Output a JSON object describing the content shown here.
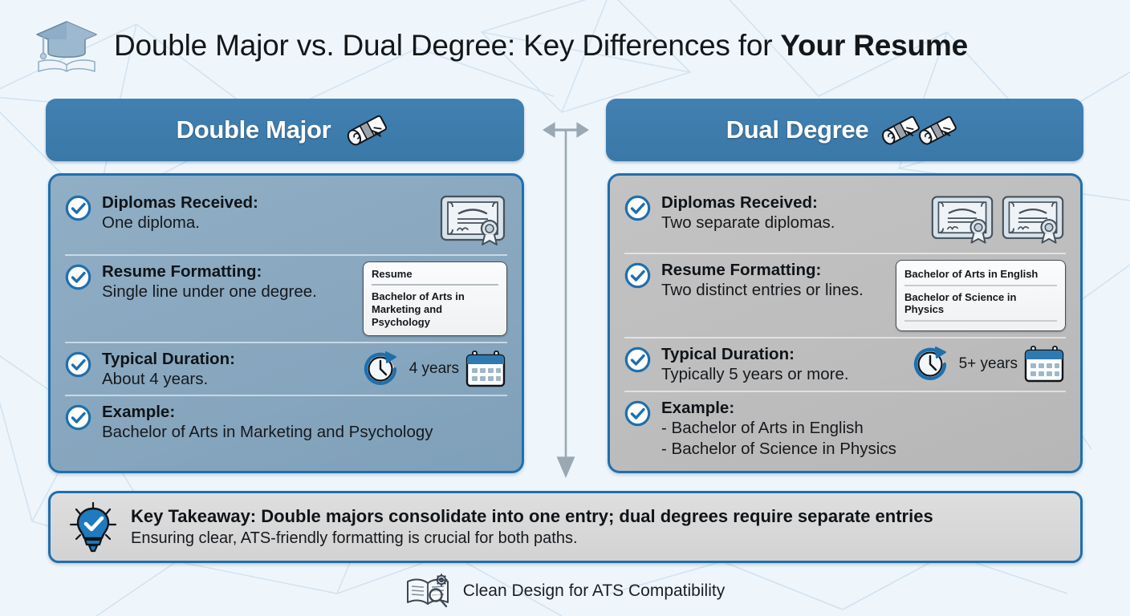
{
  "header": {
    "icon": "graduation-cap-book-icon",
    "title_plain": "Double Major vs. Dual Degree: Key Differences for ",
    "title_bold": "Your Resume"
  },
  "colors": {
    "page_background": "#eef6fc",
    "header_blue": "#3a78a8",
    "panel_border_blue": "#1f6fad",
    "left_panel_fill": "#88a7bf",
    "right_panel_fill": "#bdbdbd",
    "accent_blue": "#1f6fad",
    "takeaway_fill": "#d8d8d8"
  },
  "columns": [
    {
      "id": "double-major",
      "head_label": "Double Major",
      "head_icon": "single-diploma-scroll-icon",
      "rows": [
        {
          "label": "Diplomas Received:",
          "value": "One diploma.",
          "aside": "certificate-icon",
          "aside_count": 1
        },
        {
          "label": "Resume Formatting:",
          "value": "Single line under one degree.",
          "aside": "resume-card",
          "card": {
            "title": "Resume",
            "body": "Bachelor of Arts in Marketing and Psychology"
          }
        },
        {
          "label": "Typical Duration:",
          "value": "About 4 years.",
          "aside": "clock-calendar",
          "years": "4 years"
        },
        {
          "label": "Example:",
          "value": "Bachelor of Arts in Marketing and Psychology",
          "aside": "none"
        }
      ]
    },
    {
      "id": "dual-degree",
      "head_label": "Dual Degree",
      "head_icon": "double-diploma-scroll-icon",
      "rows": [
        {
          "label": "Diplomas Received:",
          "value": "Two separate diplomas.",
          "aside": "certificate-icon",
          "aside_count": 2
        },
        {
          "label": "Resume Formatting:",
          "value": "Two distinct entries or lines.",
          "aside": "resume-card",
          "card": {
            "line1": "Bachelor of Arts in English",
            "line2": "Bachelor of Science in Physics"
          }
        },
        {
          "label": "Typical Duration:",
          "value": "Typically 5 years or more.",
          "aside": "clock-calendar",
          "years": "5+ years"
        },
        {
          "label": "Example:",
          "value_line1": "- Bachelor of Arts in English",
          "value_line2": "- Bachelor of Science in Physics",
          "aside": "none"
        }
      ]
    }
  ],
  "connector": {
    "icon": "horizontal-double-arrow-with-down-arrow"
  },
  "takeaway": {
    "icon": "lightbulb-check-icon",
    "main": "Key Takeaway: Double majors consolidate into one entry; dual degrees require separate entries",
    "sub": "Ensuring clear, ATS-friendly formatting is crucial for both paths."
  },
  "footer": {
    "icon": "open-book-gear-magnifier-icon",
    "text": "Clean Design for ATS Compatibility"
  }
}
